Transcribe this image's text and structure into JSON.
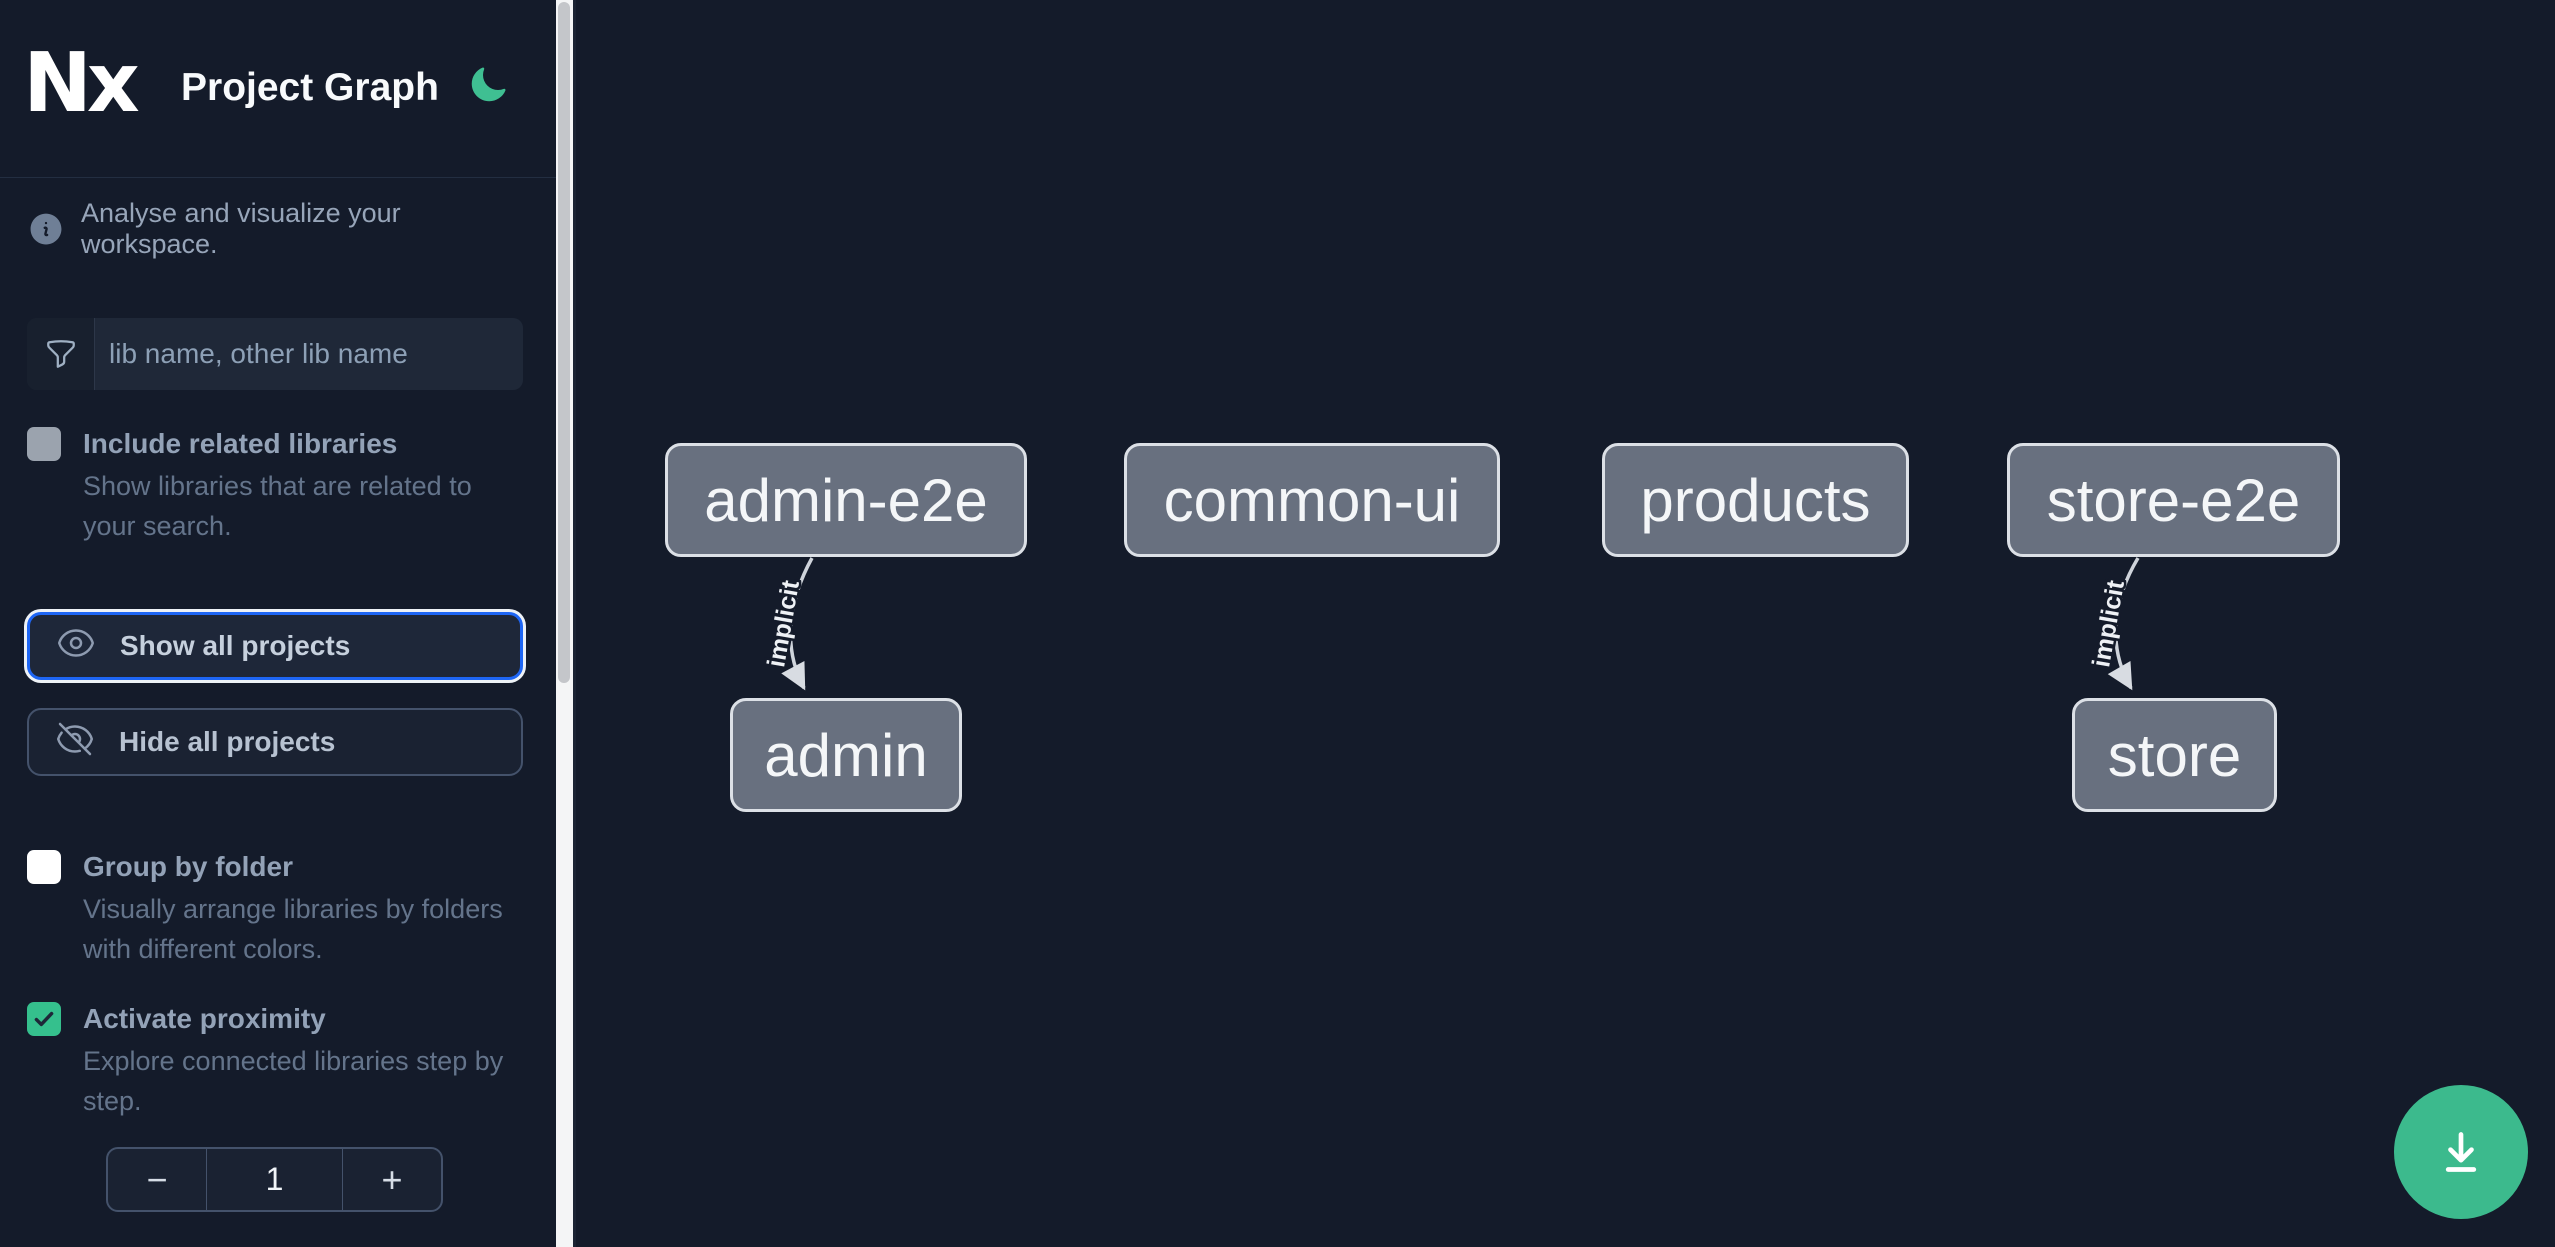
{
  "header": {
    "logo_text": "Nx",
    "title": "Project Graph"
  },
  "sidebar": {
    "info_text": "Analyse and visualize your workspace.",
    "search": {
      "placeholder": "lib name, other lib name",
      "value": ""
    },
    "options": [
      {
        "label": "Include related libraries",
        "description": "Show libraries that are related to your search.",
        "checked": false,
        "state": "disabled"
      },
      {
        "label": "Group by folder",
        "description": "Visually arrange libraries by folders with different colors.",
        "checked": false,
        "state": "enabled"
      },
      {
        "label": "Activate proximity",
        "description": "Explore connected libraries step by step.",
        "checked": true,
        "state": "enabled"
      }
    ],
    "actions": [
      {
        "label": "Show all projects",
        "icon": "eye-icon",
        "focused": true
      },
      {
        "label": "Hide all projects",
        "icon": "eye-slash-icon",
        "focused": false
      }
    ],
    "stepper": {
      "decrement_label": "−",
      "value": "1",
      "increment_label": "+"
    }
  },
  "graph": {
    "nodes": [
      {
        "label": "admin-e2e"
      },
      {
        "label": "common-ui"
      },
      {
        "label": "products"
      },
      {
        "label": "store-e2e"
      },
      {
        "label": "admin"
      },
      {
        "label": "store"
      }
    ],
    "edges": [
      {
        "from": "admin-e2e",
        "to": "admin",
        "label": "implicit"
      },
      {
        "from": "store-e2e",
        "to": "store",
        "label": "implicit"
      }
    ]
  },
  "colors": {
    "background": "#141b2a",
    "accent_green": "#3cba8d",
    "focus_blue": "#1e66f5",
    "node_fill": "#68707f",
    "node_border": "#dce0e6",
    "checkbox_checked_green": "#35c08d",
    "edge_line": "#cfd4db"
  }
}
